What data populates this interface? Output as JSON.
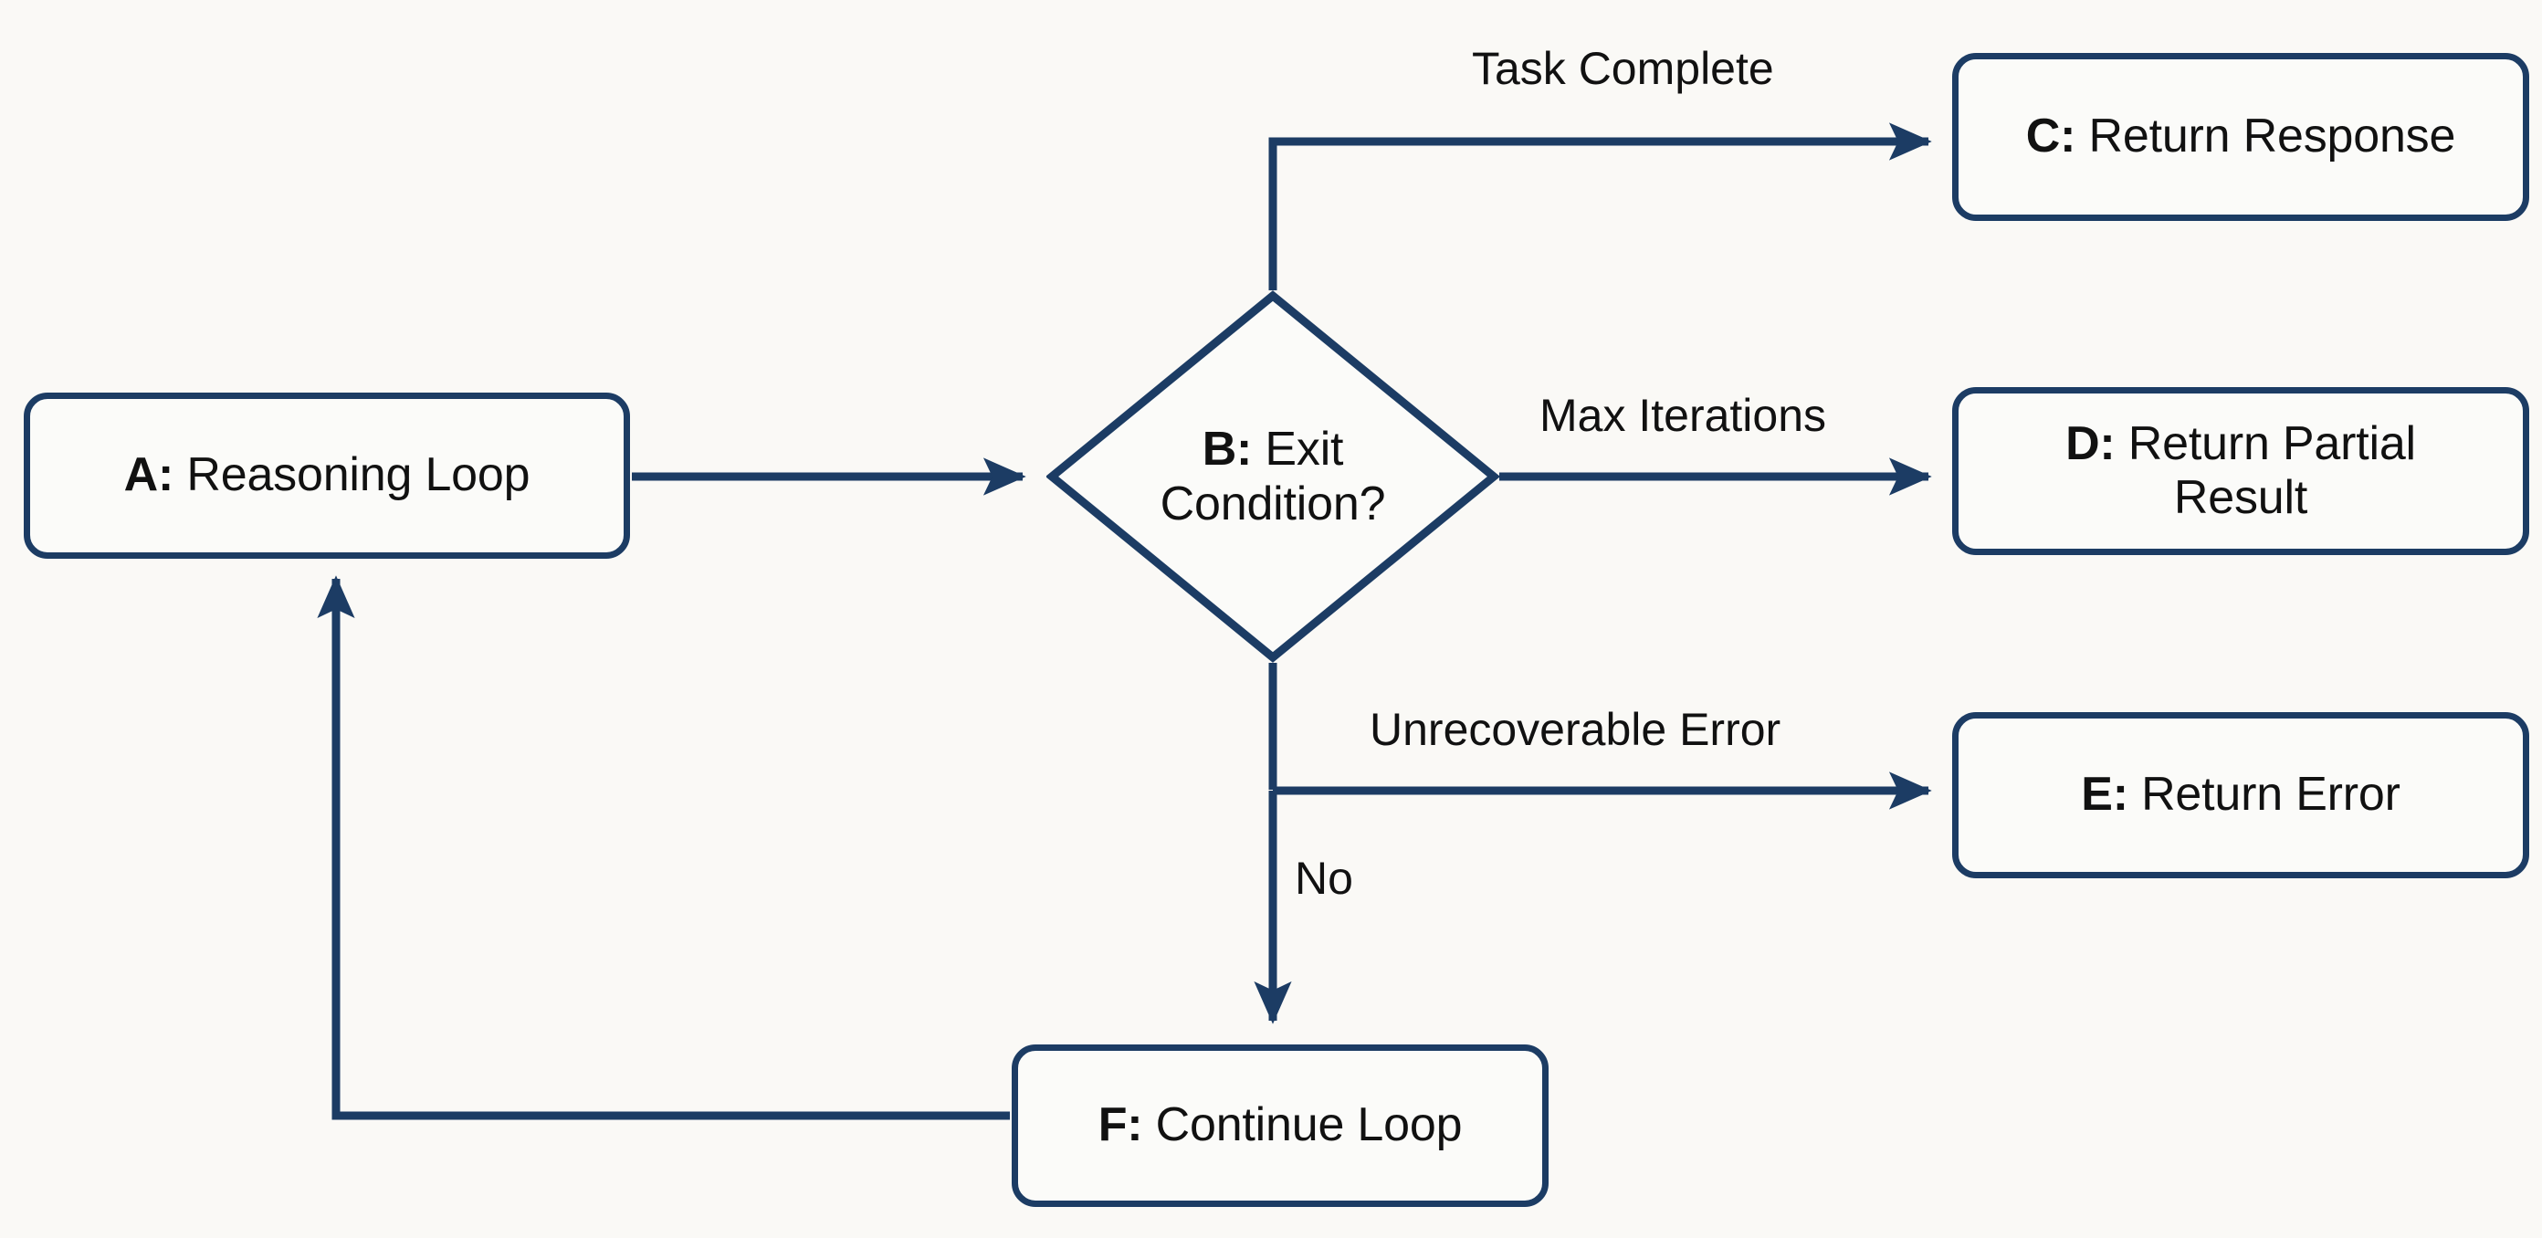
{
  "diagram": {
    "type": "flowchart",
    "orientation": "left-to-right",
    "background_color": "#faf9f6",
    "stroke_color": "#1c3c64",
    "node_fill_color": "#fbfbf9",
    "text_color": "#111111"
  },
  "nodes": {
    "a": {
      "id": "A",
      "key": "A:",
      "label": "Reasoning Loop",
      "shape": "rounded-rect"
    },
    "b": {
      "id": "B",
      "key": "B:",
      "label_line1": "Exit",
      "label_line2": "Condition?",
      "shape": "diamond"
    },
    "c": {
      "id": "C",
      "key": "C:",
      "label": "Return Response",
      "shape": "rounded-rect"
    },
    "d": {
      "id": "D",
      "key": "D:",
      "label_line1": "Return Partial",
      "label_line2": "Result",
      "shape": "rounded-rect"
    },
    "e": {
      "id": "E",
      "key": "E:",
      "label": "Return Error",
      "shape": "rounded-rect"
    },
    "f": {
      "id": "F",
      "key": "F:",
      "label": "Continue Loop",
      "shape": "rounded-rect"
    }
  },
  "edges": [
    {
      "from": "A",
      "to": "B",
      "label": ""
    },
    {
      "from": "B",
      "to": "C",
      "label": "Task Complete"
    },
    {
      "from": "B",
      "to": "D",
      "label": "Max Iterations"
    },
    {
      "from": "B",
      "to": "E",
      "label": "Unrecoverable Error"
    },
    {
      "from": "B",
      "to": "F",
      "label": "No"
    },
    {
      "from": "F",
      "to": "A",
      "label": ""
    }
  ],
  "edge_labels": {
    "task_complete": "Task Complete",
    "max_iterations": "Max Iterations",
    "unrecoverable_error": "Unrecoverable Error",
    "no": "No"
  }
}
